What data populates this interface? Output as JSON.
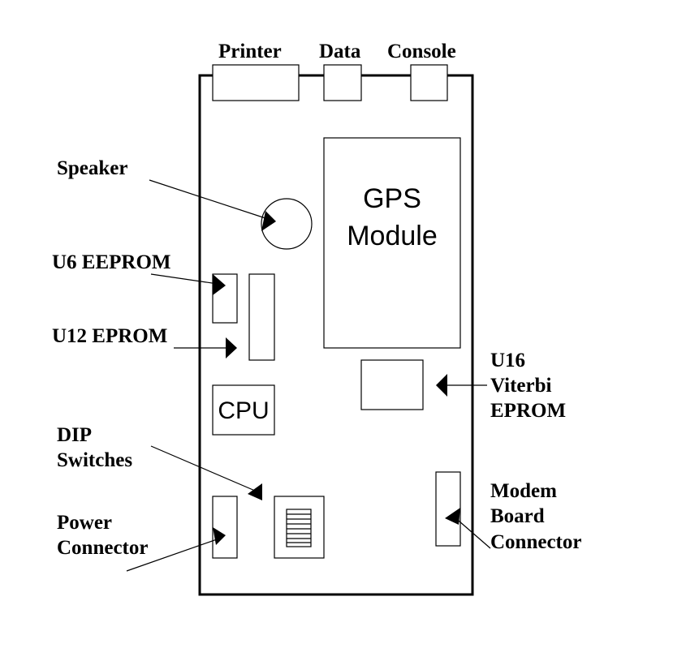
{
  "labels": {
    "printer": "Printer",
    "data": "Data",
    "console": "Console",
    "speaker": "Speaker",
    "u6_eeprom": "U6 EEPROM",
    "u12_eprom": "U12 EPROM",
    "gps_line1": "GPS",
    "gps_line2": "Module",
    "cpu": "CPU",
    "u16_line1": "U16",
    "u16_line2": "Viterbi",
    "u16_line3": "EPROM",
    "dip_line1": "DIP",
    "dip_line2": "Switches",
    "power_line1": "Power",
    "power_line2": "Connector",
    "modem_line1": "Modem",
    "modem_line2": "Board",
    "modem_line3": "Connector"
  },
  "colors": {
    "stroke": "#000000",
    "background": "#ffffff"
  }
}
